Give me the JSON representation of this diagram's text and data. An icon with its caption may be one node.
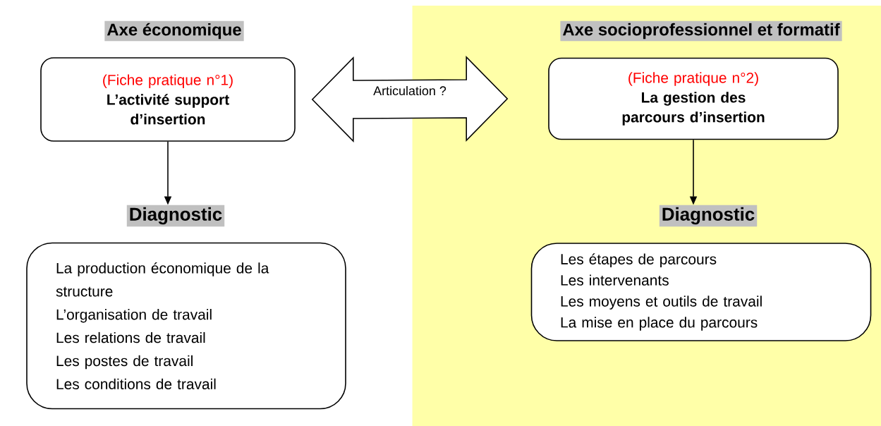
{
  "diagram": {
    "nodes": [
      {
        "text": [
          "Axe économique"
        ]
      },
      {
        "text": [
          "(Fiche pratique n°1)",
          "L’activité support d’insertion"
        ]
      },
      {
        "text": [
          "Diagnostic"
        ]
      },
      {
        "text": [
          "La production économique de la structure",
          "L’organisation de travail",
          "Les relations de travail",
          "Les postes de travail",
          "Les conditions de travail"
        ]
      },
      {
        "text": [],
        "shape": "band"
      },
      {
        "text": [
          "Axe socioprofessionnel et formatif"
        ],
        "in": 4
      },
      {
        "text": [
          "(Fiche pratique n°2)",
          "La gestion des parcours d’insertion"
        ],
        "in": 4
      },
      {
        "text": [
          "Diagnostic"
        ],
        "in": 4
      },
      {
        "text": [
          "Les étapes de parcours",
          "Les intervenants",
          "Les moyens et outils de travail",
          "La mise en place du parcours"
        ],
        "in": 4
      }
    ],
    "edges": [
      {
        "from": 1,
        "to": 6,
        "arrow": "both",
        "label": "Articulation ?"
      },
      {
        "from": 1,
        "to": 2,
        "arrow": "to"
      },
      {
        "from": 6,
        "to": 7,
        "arrow": "to"
      }
    ]
  }
}
